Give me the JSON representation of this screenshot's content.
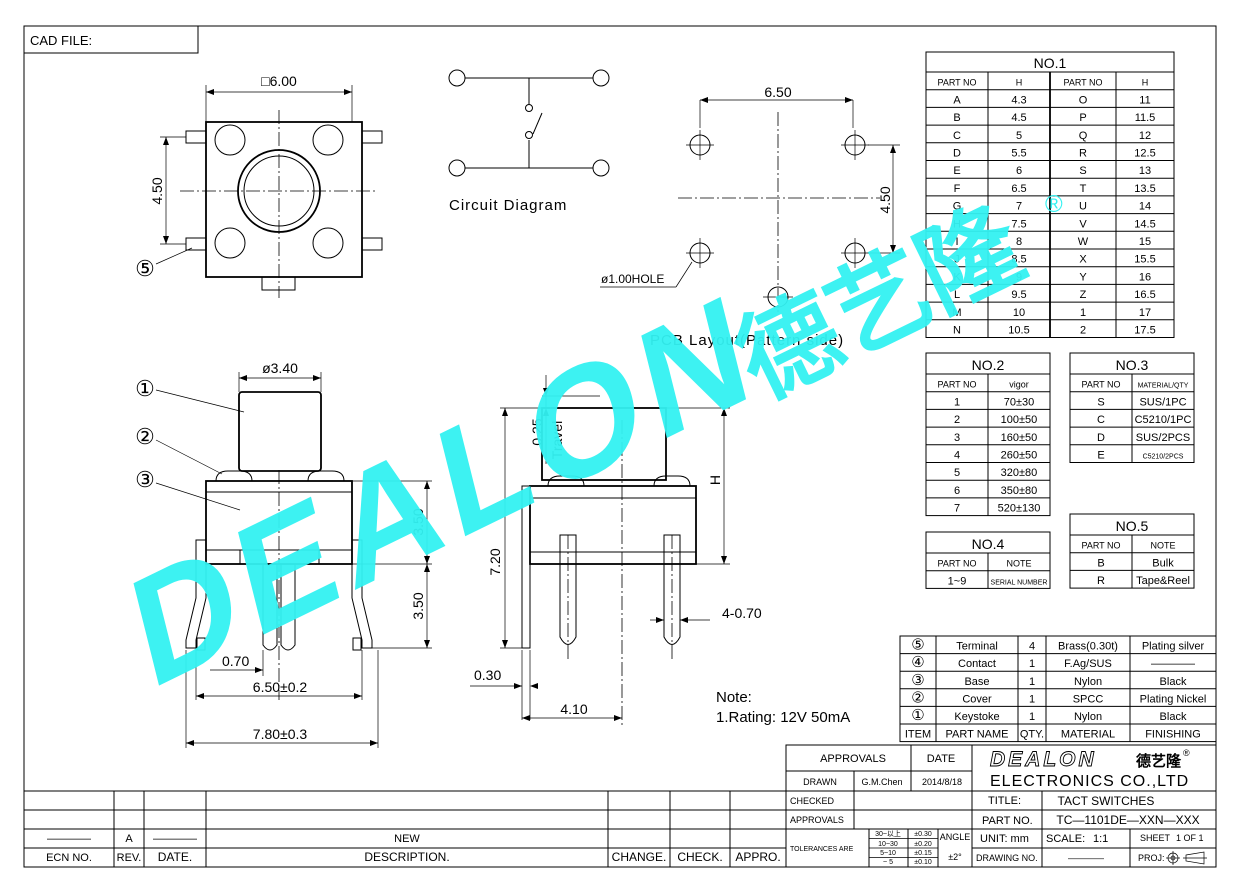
{
  "cad_file": "CAD FILE:",
  "top_view": {
    "square": "□6.00",
    "height": "4.50",
    "balloon5": "⑤"
  },
  "circuit": {
    "label": "Circuit Diagram"
  },
  "pcb": {
    "width": "6.50",
    "height": "4.50",
    "hole": "ø1.00HOLE",
    "label": "PCB Layout(Pattern side)"
  },
  "side_view": {
    "diameter": "ø3.40",
    "b1": "①",
    "b2": "②",
    "b3": "③",
    "h1": "3.50",
    "h2": "3.50",
    "pitch_small": "0.70",
    "span": "6.50±0.2",
    "width": "7.80±0.3"
  },
  "front_view": {
    "travel_val": "0.25",
    "travel": "Travel",
    "h": "H",
    "total": "7.20",
    "pin": "4-0.70",
    "thick": "0.30",
    "width": "4.10"
  },
  "note": {
    "title": "Note:",
    "rating": "1.Rating: 12V 50mA"
  },
  "table1": {
    "title": "NO.1",
    "headers": [
      "PART NO",
      "H",
      "PART NO",
      "H"
    ],
    "rows": [
      [
        "A",
        "4.3",
        "O",
        "11"
      ],
      [
        "B",
        "4.5",
        "P",
        "11.5"
      ],
      [
        "C",
        "5",
        "Q",
        "12"
      ],
      [
        "D",
        "5.5",
        "R",
        "12.5"
      ],
      [
        "E",
        "6",
        "S",
        "13"
      ],
      [
        "F",
        "6.5",
        "T",
        "13.5"
      ],
      [
        "G",
        "7",
        "U",
        "14"
      ],
      [
        "H",
        "7.5",
        "V",
        "14.5"
      ],
      [
        "I",
        "8",
        "W",
        "15"
      ],
      [
        "J",
        "8.5",
        "X",
        "15.5"
      ],
      [
        "K",
        "9",
        "Y",
        "16"
      ],
      [
        "L",
        "9.5",
        "Z",
        "16.5"
      ],
      [
        "M",
        "10",
        "1",
        "17"
      ],
      [
        "N",
        "10.5",
        "2",
        "17.5"
      ]
    ]
  },
  "table2": {
    "title": "NO.2",
    "headers": [
      "PART NO",
      "vigor"
    ],
    "rows": [
      [
        "1",
        "70±30"
      ],
      [
        "2",
        "100±50"
      ],
      [
        "3",
        "160±50"
      ],
      [
        "4",
        "260±50"
      ],
      [
        "5",
        "320±80"
      ],
      [
        "6",
        "350±80"
      ],
      [
        "7",
        "520±130"
      ]
    ]
  },
  "table3": {
    "title": "NO.3",
    "headers": [
      "PART NO",
      "MATERIAL/QTY"
    ],
    "rows": [
      [
        "S",
        "SUS/1PC"
      ],
      [
        "C",
        "C5210/1PC"
      ],
      [
        "D",
        "SUS/2PCS"
      ],
      [
        "E",
        "C5210/2PCS"
      ]
    ]
  },
  "table4": {
    "title": "NO.4",
    "headers": [
      "PART NO",
      "NOTE"
    ],
    "rows": [
      [
        "1~9",
        "SERIAL NUMBER"
      ]
    ]
  },
  "table5": {
    "title": "NO.5",
    "headers": [
      "PART NO",
      "NOTE"
    ],
    "rows": [
      [
        "B",
        "Bulk"
      ],
      [
        "R",
        "Tape&Reel"
      ]
    ]
  },
  "bom": {
    "rows": [
      [
        "⑤",
        "Terminal",
        "4",
        "Brass(0.30t)",
        "Plating silver"
      ],
      [
        "④",
        "Contact",
        "1",
        "F.Ag/SUS",
        "————"
      ],
      [
        "③",
        "Base",
        "1",
        "Nylon",
        "Black"
      ],
      [
        "②",
        "Cover",
        "1",
        "SPCC",
        "Plating Nickel"
      ],
      [
        "①",
        "Keystoke",
        "1",
        "Nylon",
        "Black"
      ]
    ],
    "headers": [
      "ITEM",
      "PART NAME",
      "QTY.",
      "MATERIAL",
      "FINISHING"
    ]
  },
  "title_block": {
    "approvals_hdr": "APPROVALS",
    "date_hdr": "DATE",
    "drawn": "DRAWN",
    "drawn_by": "G.M.Chen",
    "drawn_date": "2014/8/18",
    "checked": "CHECKED",
    "approvals": "APPROVALS",
    "tolerances": "TOLERANCES ARE",
    "tol_rows": [
      [
        "30~以上",
        "±0.30"
      ],
      [
        "10~30",
        "±0.20"
      ],
      [
        "5~10",
        "±0.15"
      ],
      [
        "~ 5",
        "±0.10"
      ]
    ],
    "angle": "ANGLE",
    "angle_val": "±2°",
    "logo": "DEALON",
    "logo_cn": "德艺隆",
    "reg": "®",
    "company": "ELECTRONICS CO.,LTD",
    "title_lbl": "TITLE:",
    "title_val": "TACT SWITCHES",
    "partno_lbl": "PART NO.",
    "partno_val": "TC—1101DE—XXN—XXX",
    "unit": "UNIT: mm",
    "scale": "SCALE:",
    "scale_val": "1:1",
    "sheet": "SHEET",
    "sheet_val": "1 OF 1",
    "drawing_no": "DRAWING NO.",
    "drawing_no_val": "————",
    "proj": "PROJ:"
  },
  "revision": {
    "rev_val": "A",
    "desc_val": "NEW",
    "ecn_val": "————",
    "date_val": "————",
    "ecn": "ECN NO.",
    "rev": "REV.",
    "date": "DATE.",
    "desc": "DESCRIPTION.",
    "change": "CHANGE.",
    "check": "CHECK.",
    "appro": "APPRO."
  },
  "watermark": {
    "text": "DEALON",
    "cn": "德艺隆",
    "reg": "®"
  }
}
